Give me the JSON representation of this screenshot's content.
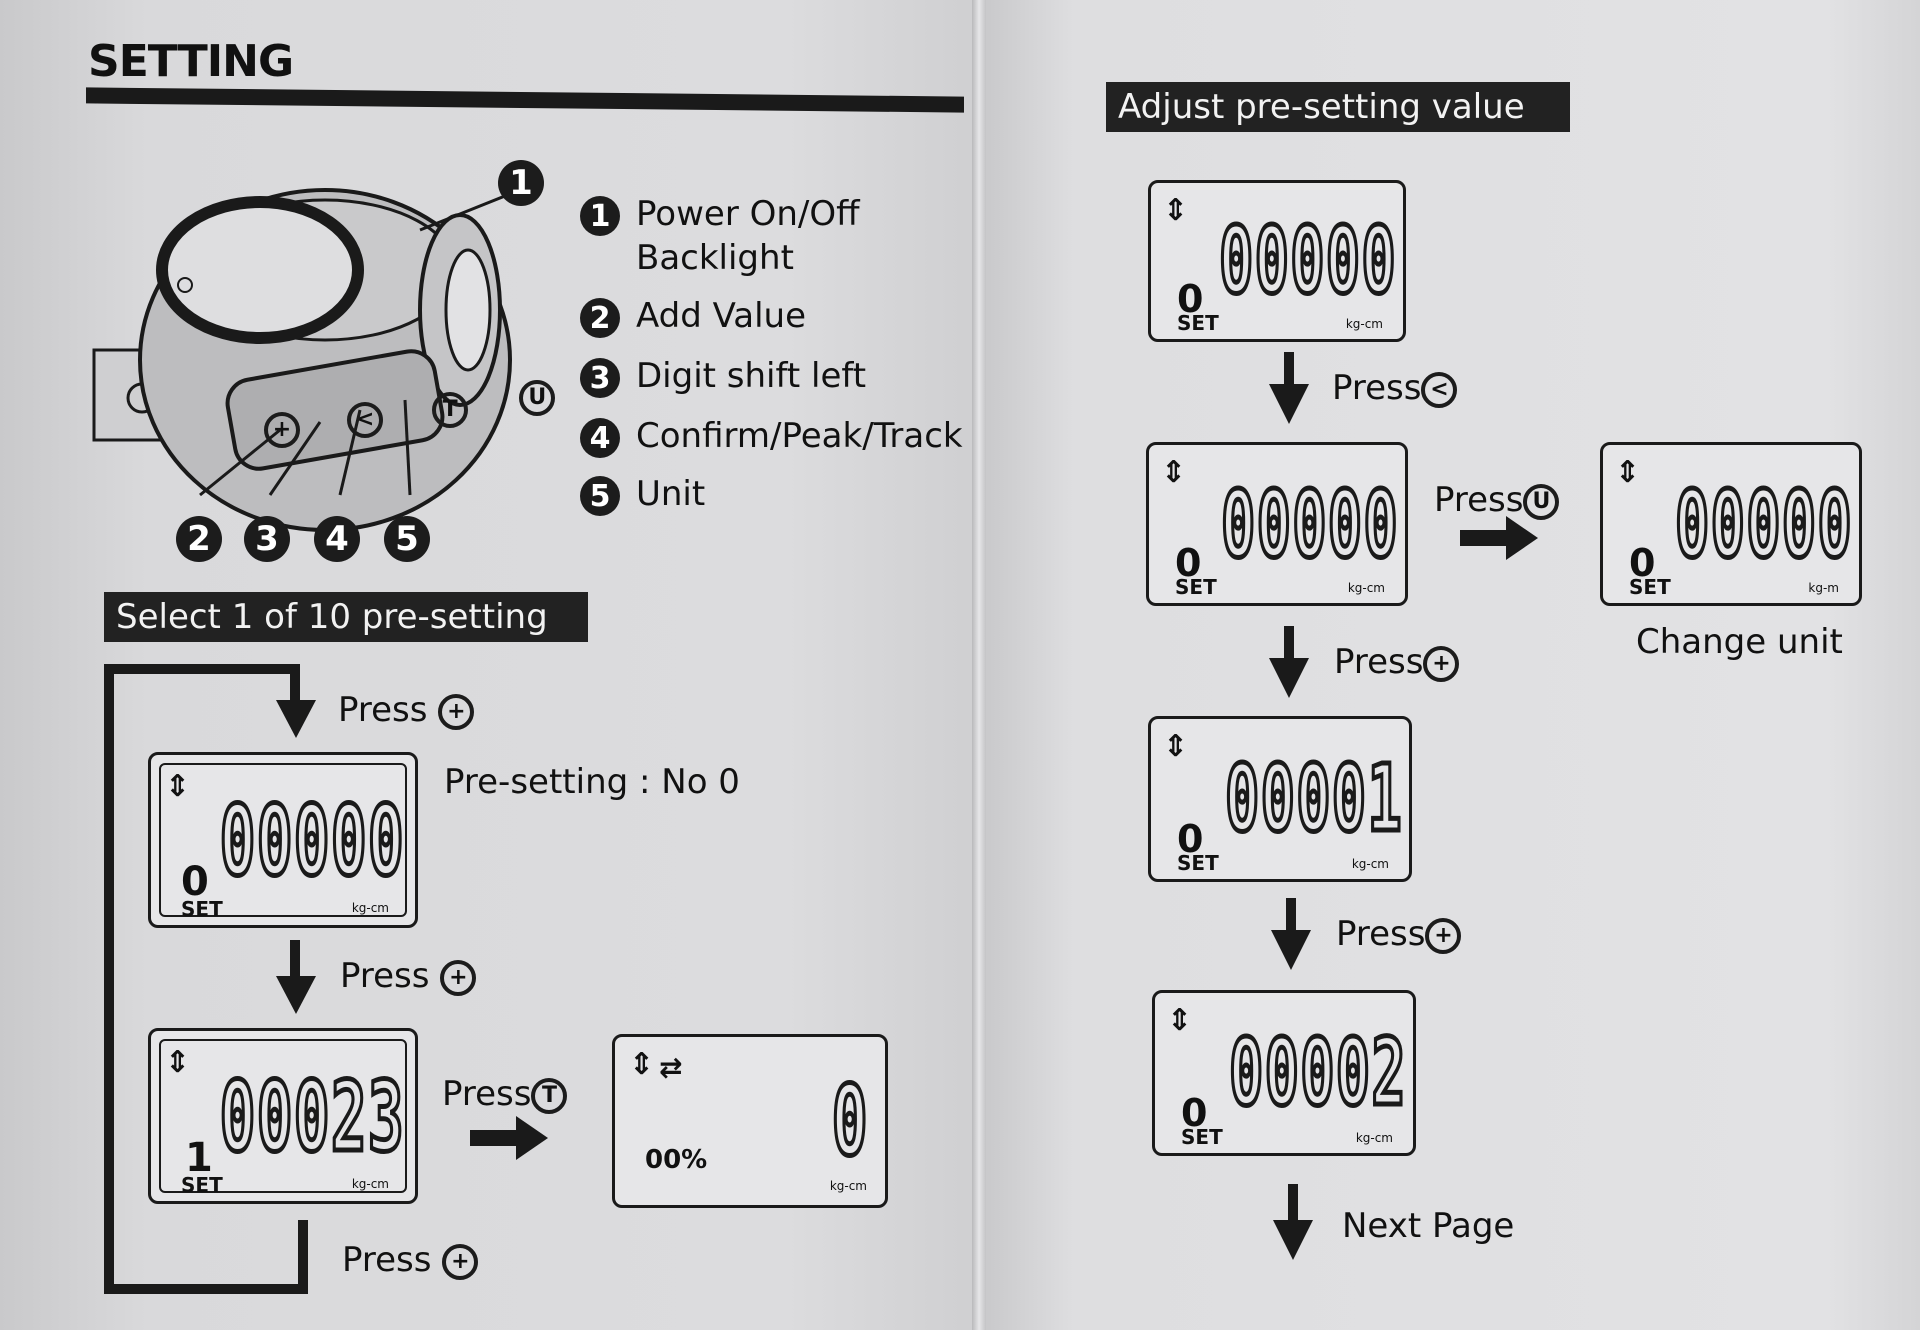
{
  "left": {
    "title": "SETTING",
    "legend": [
      {
        "num": "1",
        "line1": "Power On/Off",
        "line2": "Backlight"
      },
      {
        "num": "2",
        "line1": "Add Value"
      },
      {
        "num": "3",
        "line1": "Digit shift left"
      },
      {
        "num": "4",
        "line1": "Confirm/Peak/Track"
      },
      {
        "num": "5",
        "line1": "Unit"
      }
    ],
    "callouts": [
      "1",
      "2",
      "3",
      "4",
      "5"
    ],
    "device_buttons": [
      "+",
      "<",
      "T",
      "U"
    ],
    "select_banner": "Select 1 of 10 pre-setting",
    "press_label": "Press",
    "presetting_note": "Pre-setting : No 0",
    "lcd1": {
      "digits": "00000",
      "index": "0",
      "set": "SET",
      "unit": "kg-cm"
    },
    "lcd2": {
      "digits": "00023",
      "index": "1",
      "set": "SET",
      "unit": "kg-cm"
    },
    "lcd3": {
      "digits": "0",
      "percent": "00%",
      "unit": "kg-cm"
    }
  },
  "right": {
    "banner": "Adjust pre-setting value",
    "press_label": "Press",
    "lcd_a": {
      "digits": "00000",
      "index": "0",
      "set": "SET",
      "unit": "kg-cm"
    },
    "lcd_b": {
      "digits": "00000",
      "index": "0",
      "set": "SET",
      "unit": "kg-cm"
    },
    "lcd_u": {
      "digits": "00000",
      "index": "0",
      "set": "SET",
      "unit": "kg-m"
    },
    "lcd_c": {
      "digits": "00001",
      "index": "0",
      "set": "SET",
      "unit": "kg-cm"
    },
    "lcd_d": {
      "digits": "00002",
      "index": "0",
      "set": "SET",
      "unit": "kg-cm"
    },
    "change_unit": "Change unit",
    "next_page": "Next Page"
  },
  "icons": {
    "add": "+",
    "shift": "<",
    "track": "T",
    "unit": "U"
  }
}
